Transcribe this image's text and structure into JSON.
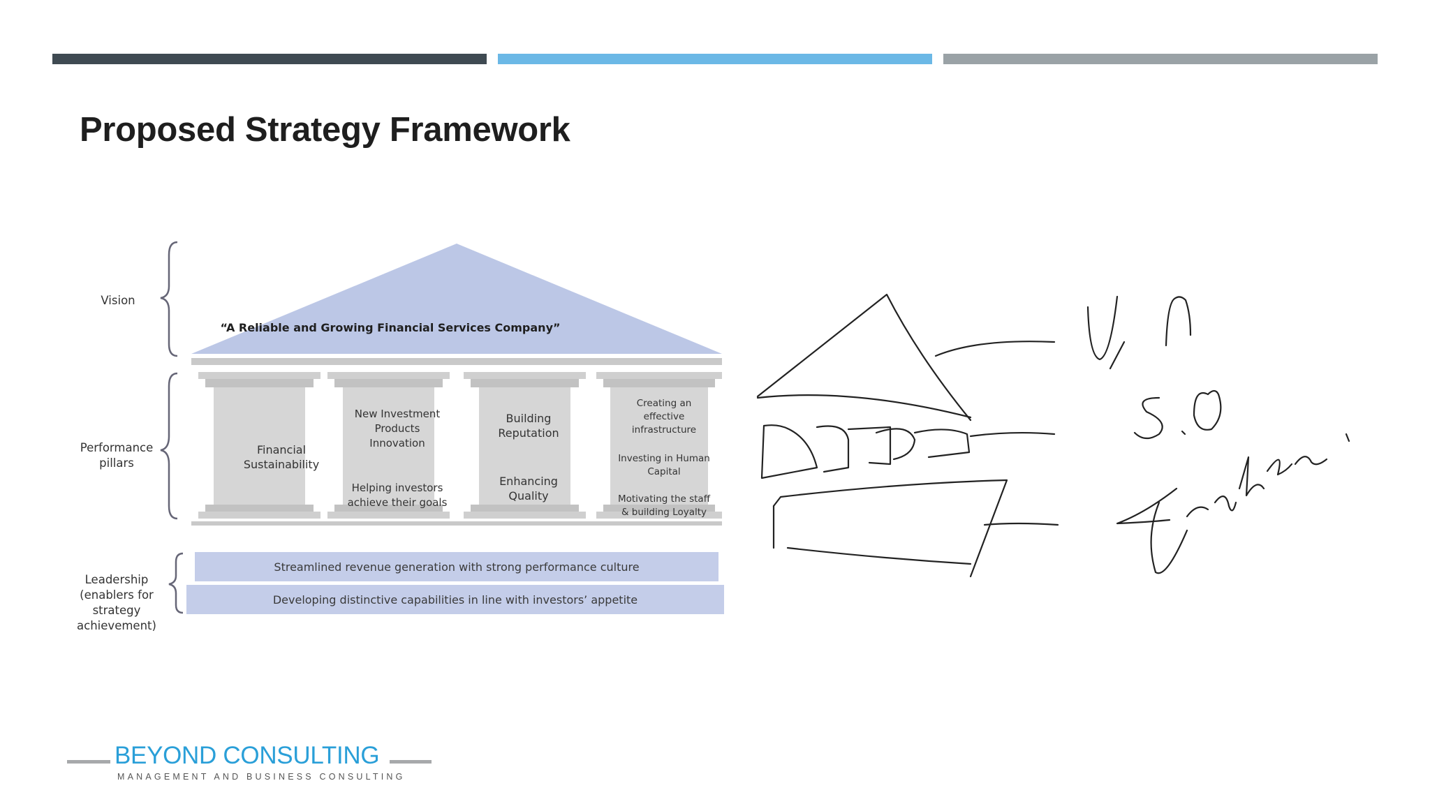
{
  "slide": {
    "title": "Proposed Strategy Framework",
    "accent_colors": [
      "#3f4a52",
      "#6bb8e6",
      "#9aa2a6"
    ]
  },
  "framework": {
    "labels": {
      "vision": "Vision",
      "pillars": [
        "Performance",
        "pillars"
      ],
      "leadership": [
        "Leadership",
        "(enablers for strategy",
        "achievement)"
      ]
    },
    "roof_text": "“A Reliable and Growing Financial Services Company”",
    "pillars": [
      {
        "lines": [
          "Financial",
          "Sustainability"
        ]
      },
      {
        "top": [
          "New Investment",
          "Products",
          "Innovation"
        ],
        "bottom": [
          "Helping investors",
          "achieve their goals"
        ]
      },
      {
        "top": [
          "Building",
          "Reputation"
        ],
        "bottom": [
          "Enhancing",
          "Quality"
        ]
      },
      {
        "a": [
          "Creating an",
          "effective",
          "infrastructure"
        ],
        "b": [
          "Investing in Human",
          "Capital"
        ],
        "c": [
          "Motivating the staff",
          "& building Loyalty"
        ]
      }
    ],
    "base": [
      "Streamlined revenue generation with strong performance culture",
      "Developing distinctive capabilities in line with investors’ appetite"
    ],
    "colors": {
      "roof": "#bcc7e6",
      "base": "#c4cde9",
      "pillar": "#d6d6d6"
    }
  },
  "annotation": {
    "handwriting": [
      "V, M",
      "S.O",
      "Enabler,"
    ]
  },
  "logo": {
    "name": "BEYOND CONSULTING",
    "tagline": "MANAGEMENT AND BUSINESS CONSULTING",
    "color": "#2a9fd8"
  }
}
